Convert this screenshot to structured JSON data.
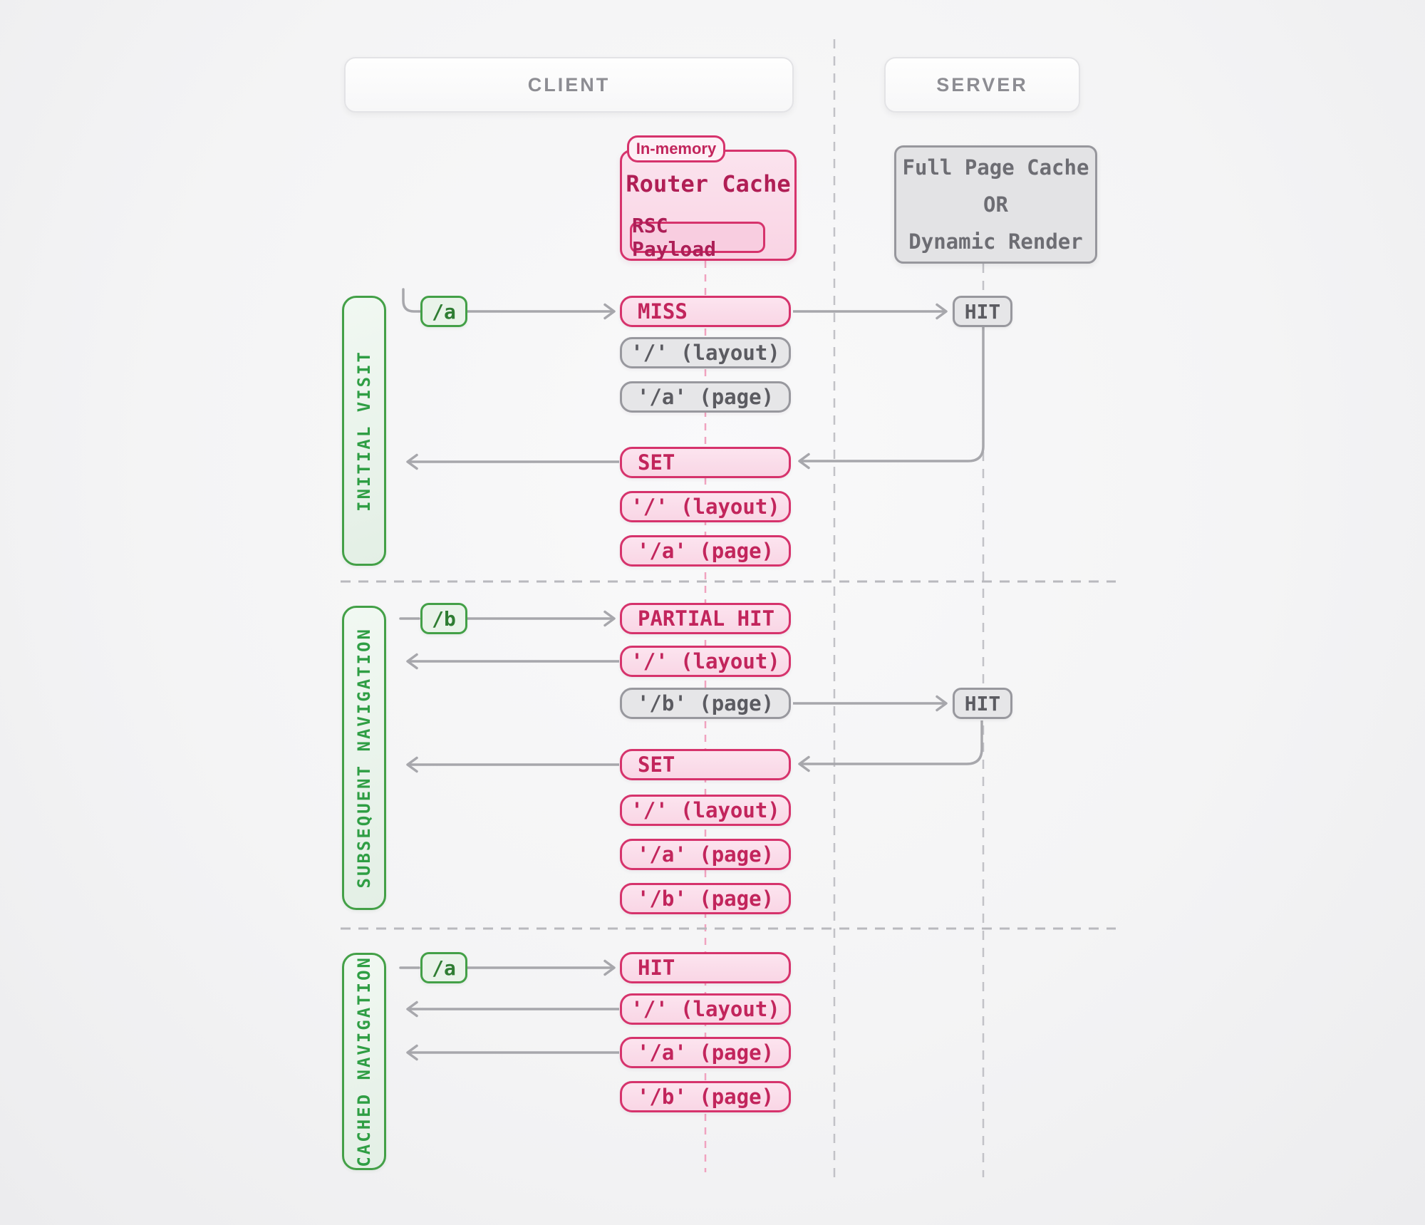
{
  "lanes": {
    "client_label": "CLIENT",
    "server_label": "SERVER"
  },
  "router_cache": {
    "badge": "In-memory",
    "title": "Router Cache",
    "payload": "RSC Payload"
  },
  "server_cache": {
    "line1": "Full Page Cache",
    "line2": "OR",
    "line3": "Dynamic Render"
  },
  "colors": {
    "pink_border": "#d6336c",
    "pink_text": "#c2255c",
    "pink_dash": "#f0a3c0",
    "gray_border": "#98989e",
    "gray_text": "#5b5b61",
    "green_border": "#43a047",
    "green_text": "#2f9e44",
    "arrow_gray": "#a7a7ac"
  },
  "sections": [
    {
      "label": "INITIAL VISIT",
      "route": "/a",
      "server_hit": "HIT",
      "rows": [
        {
          "label": "MISS"
        },
        {
          "label": "'/' (layout)"
        },
        {
          "label": "'/a' (page)"
        },
        {
          "label": "SET"
        },
        {
          "label": "'/' (layout)"
        },
        {
          "label": "'/a' (page)"
        }
      ]
    },
    {
      "label": "SUBSEQUENT NAVIGATION",
      "route": "/b",
      "server_hit": "HIT",
      "rows": [
        {
          "label": "PARTIAL HIT"
        },
        {
          "label": "'/' (layout)"
        },
        {
          "label": "'/b' (page)"
        },
        {
          "label": "SET"
        },
        {
          "label": "'/' (layout)"
        },
        {
          "label": "'/a' (page)"
        },
        {
          "label": "'/b' (page)"
        }
      ]
    },
    {
      "label": "CACHED NAVIGATION",
      "route": "/a",
      "rows": [
        {
          "label": "HIT"
        },
        {
          "label": "'/' (layout)"
        },
        {
          "label": "'/a' (page)"
        },
        {
          "label": "'/b' (page)"
        }
      ]
    }
  ]
}
